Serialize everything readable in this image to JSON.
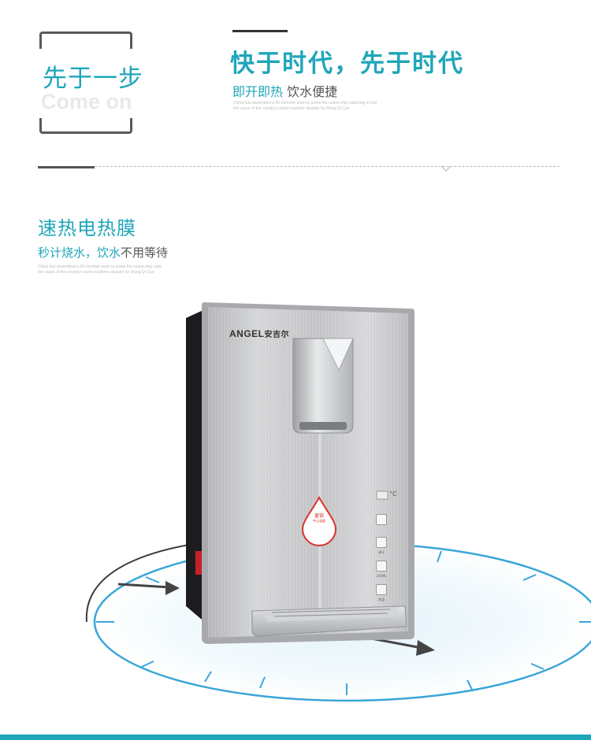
{
  "badge": {
    "main": "先于一步",
    "sub": "Come on"
  },
  "header": {
    "headline": "快于时代，先于时代",
    "tagline_accent": "即开即热",
    "tagline_rest": "饮水便捷",
    "fine_print": [
      "China has assembled a 60-member team to probe the cruise ship capsizing to find",
      "the cause of the country's worst maritime disaster by Wang Qi Can"
    ]
  },
  "section": {
    "title": "速热电热膜",
    "subtitle_accent": "秒计烧水，饮水",
    "subtitle_rest": "不用等待",
    "fine_print": [
      "China has assembled a 60-member team to probe the cruise ship caps",
      "the cause of the country's worst maritime disaster by Wang Qi Can"
    ]
  },
  "product": {
    "brand_en": "ANGEL",
    "brand_cn": "安吉尔",
    "temp_unit": "°C",
    "drop_label_1": "童锁",
    "drop_label_2": "中心温度",
    "controls": [
      "",
      "",
      "沸水",
      "",
      "240ML",
      "",
      "常温"
    ]
  },
  "colors": {
    "accent": "#1fa6b9",
    "circle": "#3aa6d8",
    "panel": "#c9c9cb",
    "drop": "#d9342b"
  }
}
